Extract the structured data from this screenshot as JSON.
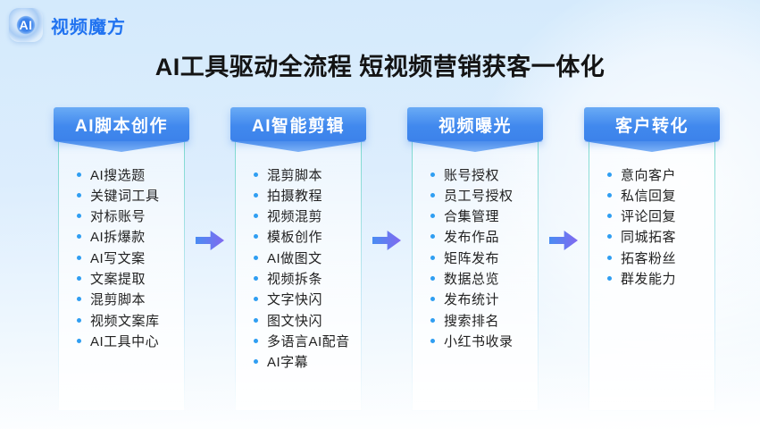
{
  "brand": {
    "logo_text": "AI",
    "name": "视频魔方",
    "name_color": "#2173f0"
  },
  "title": "AI工具驱动全流程 短视频营销获客一体化",
  "colors": {
    "background_top": "#d4eafc",
    "background_bottom": "#ffffff",
    "banner_blue": "#4189ee",
    "ribbon_notch_blue": "#7fb3f6",
    "card_border_teal": "#68d4c6",
    "bullet_blue": "#2f9ef2",
    "arrow_gradient_from": "#4a8cf2",
    "arrow_gradient_to": "#8169f0",
    "title_color": "#141414",
    "item_text_color": "#222222"
  },
  "columns": [
    {
      "header": "AI脚本创作",
      "items": [
        "AI搜选题",
        "关键词工具",
        "对标账号",
        "AI拆爆款",
        "AI写文案",
        "文案提取",
        "混剪脚本",
        "视频文案库",
        "AI工具中心"
      ]
    },
    {
      "header": "AI智能剪辑",
      "items": [
        "混剪脚本",
        "拍摄教程",
        "视频混剪",
        "模板创作",
        "AI做图文",
        "视频拆条",
        "文字快闪",
        "图文快闪",
        "多语言AI配音",
        "AI字幕"
      ]
    },
    {
      "header": "视频曝光",
      "items": [
        "账号授权",
        "员工号授权",
        "合集管理",
        "发布作品",
        "矩阵发布",
        "数据总览",
        "发布统计",
        "搜索排名",
        "小红书收录"
      ]
    },
    {
      "header": "客户转化",
      "items": [
        "意向客户",
        "私信回复",
        "评论回复",
        "同城拓客",
        "拓客粉丝",
        "群发能力"
      ]
    }
  ]
}
